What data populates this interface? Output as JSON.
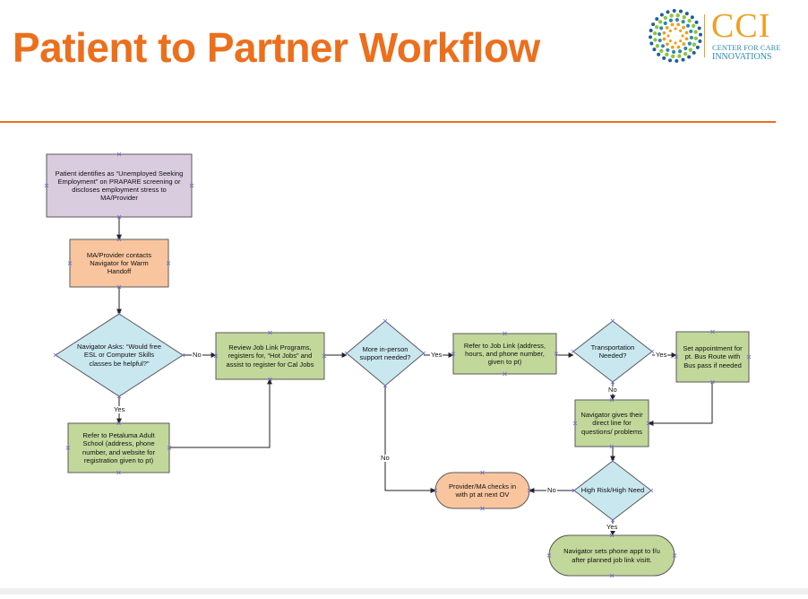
{
  "title": "Patient to Partner Workflow",
  "logo": {
    "mark": "CCI",
    "line1": "CENTER FOR CARE",
    "line2": "INNOVATIONS",
    "colors": {
      "gold": "#f0a020",
      "teal": "#2a8ab0",
      "blue": "#1e5f9e",
      "green": "#8cc63e"
    }
  },
  "colors": {
    "title": "#ec6f1d",
    "rule": "#ec6f1d",
    "purple_fill": "#d9ccdf",
    "orange_fill": "#f9c59e",
    "blue_fill": "#c9e7ef",
    "green_fill": "#c2d89a",
    "stroke": "#5a5a5a",
    "connector": "#222222",
    "handle": "#6b6bd6"
  },
  "flowchart": {
    "nodes": [
      {
        "id": "n1",
        "shape": "process",
        "fill": "purple",
        "label": "Patient identifies as “Unemployed Seeking Employment” on PRAPARE screening or discloses employment stress to MA/Provider"
      },
      {
        "id": "n2",
        "shape": "process",
        "fill": "orange",
        "label": "MA/Provider contacts Navigator for Warm Handoff"
      },
      {
        "id": "n3",
        "shape": "decision",
        "fill": "blue",
        "label": "Navigator Asks: “Would free ESL or Computer Skills classes be helpful?”"
      },
      {
        "id": "n4",
        "shape": "process",
        "fill": "green",
        "label": "Refer to Petaluma Adult School (address, phone number, and website for registration given to pt)"
      },
      {
        "id": "n5",
        "shape": "process",
        "fill": "green",
        "label": "Review Job Link Programs, registers for, “Hot Jobs” and assist to register for Cal Jobs"
      },
      {
        "id": "n6",
        "shape": "decision",
        "fill": "blue",
        "label": "More in-person support needed?"
      },
      {
        "id": "n7",
        "shape": "process",
        "fill": "green",
        "label": "Refer to Job Link (address, hours, and phone number, given to pt)"
      },
      {
        "id": "n8",
        "shape": "decision",
        "fill": "blue",
        "label": "Transportation Needed?"
      },
      {
        "id": "n9",
        "shape": "process",
        "fill": "green",
        "label": "Set appointment for pt. Bus Route with Bus pass if needed"
      },
      {
        "id": "n10",
        "shape": "process",
        "fill": "green",
        "label": "Navigator gives their direct line for questions/ problems"
      },
      {
        "id": "n11",
        "shape": "decision",
        "fill": "blue",
        "label": "High Risk/High Need"
      },
      {
        "id": "n12",
        "shape": "terminal",
        "fill": "orange",
        "label": "Provider/MA checks in with pt at next OV"
      },
      {
        "id": "n13",
        "shape": "terminal",
        "fill": "green",
        "label": "Navigator sets phone appt to f/u after planned job link visitt."
      }
    ],
    "edges": [
      {
        "id": "e1",
        "from": "n1",
        "to": "n2",
        "label": ""
      },
      {
        "id": "e2",
        "from": "n2",
        "to": "n3",
        "label": ""
      },
      {
        "id": "e3",
        "from": "n3",
        "to": "n5",
        "label": "No"
      },
      {
        "id": "e4",
        "from": "n3",
        "to": "n4",
        "label": "Yes"
      },
      {
        "id": "e5",
        "from": "n4",
        "to": "n5",
        "label": ""
      },
      {
        "id": "e6",
        "from": "n5",
        "to": "n6",
        "label": ""
      },
      {
        "id": "e7",
        "from": "n6",
        "to": "n7",
        "label": "Yes"
      },
      {
        "id": "e8",
        "from": "n6",
        "to": "n12",
        "label": "No"
      },
      {
        "id": "e9",
        "from": "n7",
        "to": "n8",
        "label": ""
      },
      {
        "id": "e10",
        "from": "n8",
        "to": "n9",
        "label": "Yes"
      },
      {
        "id": "e11",
        "from": "n8",
        "to": "n10",
        "label": "No"
      },
      {
        "id": "e12",
        "from": "n9",
        "to": "n10",
        "label": ""
      },
      {
        "id": "e13",
        "from": "n10",
        "to": "n11",
        "label": ""
      },
      {
        "id": "e14",
        "from": "n11",
        "to": "n12",
        "label": "No"
      },
      {
        "id": "e15",
        "from": "n11",
        "to": "n13",
        "label": "Yes"
      }
    ]
  }
}
